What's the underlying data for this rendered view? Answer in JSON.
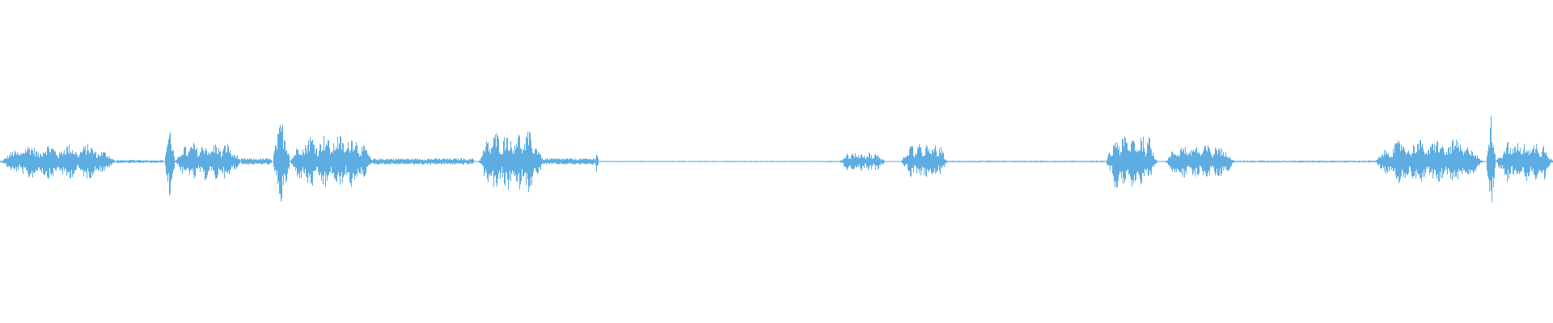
{
  "waveform": {
    "color": "#5dade2",
    "background": "#ffffff",
    "duration_ratio_segments": [
      {
        "start": 0.0,
        "end": 0.075,
        "amplitude": 0.11,
        "variant": "speech"
      },
      {
        "start": 0.075,
        "end": 0.105,
        "amplitude": 0.01,
        "variant": "silence"
      },
      {
        "start": 0.106,
        "end": 0.112,
        "amplitude": 0.24,
        "variant": "burst"
      },
      {
        "start": 0.112,
        "end": 0.155,
        "amplitude": 0.12,
        "variant": "speech"
      },
      {
        "start": 0.155,
        "end": 0.175,
        "amplitude": 0.02,
        "variant": "silence"
      },
      {
        "start": 0.176,
        "end": 0.186,
        "amplitude": 0.28,
        "variant": "burst"
      },
      {
        "start": 0.186,
        "end": 0.24,
        "amplitude": 0.17,
        "variant": "speech"
      },
      {
        "start": 0.24,
        "end": 0.305,
        "amplitude": 0.02,
        "variant": "silence"
      },
      {
        "start": 0.308,
        "end": 0.35,
        "amplitude": 0.19,
        "variant": "speech"
      },
      {
        "start": 0.35,
        "end": 0.383,
        "amplitude": 0.02,
        "variant": "silence"
      },
      {
        "start": 0.383,
        "end": 0.385,
        "amplitude": 0.09,
        "variant": "burst"
      },
      {
        "start": 0.385,
        "end": 0.54,
        "amplitude": 0.004,
        "variant": "silence"
      },
      {
        "start": 0.54,
        "end": 0.57,
        "amplitude": 0.06,
        "variant": "speech"
      },
      {
        "start": 0.58,
        "end": 0.61,
        "amplitude": 0.11,
        "variant": "speech"
      },
      {
        "start": 0.61,
        "end": 0.712,
        "amplitude": 0.005,
        "variant": "silence"
      },
      {
        "start": 0.712,
        "end": 0.745,
        "amplitude": 0.17,
        "variant": "speech"
      },
      {
        "start": 0.75,
        "end": 0.795,
        "amplitude": 0.11,
        "variant": "speech"
      },
      {
        "start": 0.795,
        "end": 0.885,
        "amplitude": 0.006,
        "variant": "silence"
      },
      {
        "start": 0.885,
        "end": 0.955,
        "amplitude": 0.14,
        "variant": "speech"
      },
      {
        "start": 0.957,
        "end": 0.963,
        "amplitude": 0.3,
        "variant": "burst"
      },
      {
        "start": 0.963,
        "end": 1.0,
        "amplitude": 0.13,
        "variant": "speech"
      }
    ]
  }
}
